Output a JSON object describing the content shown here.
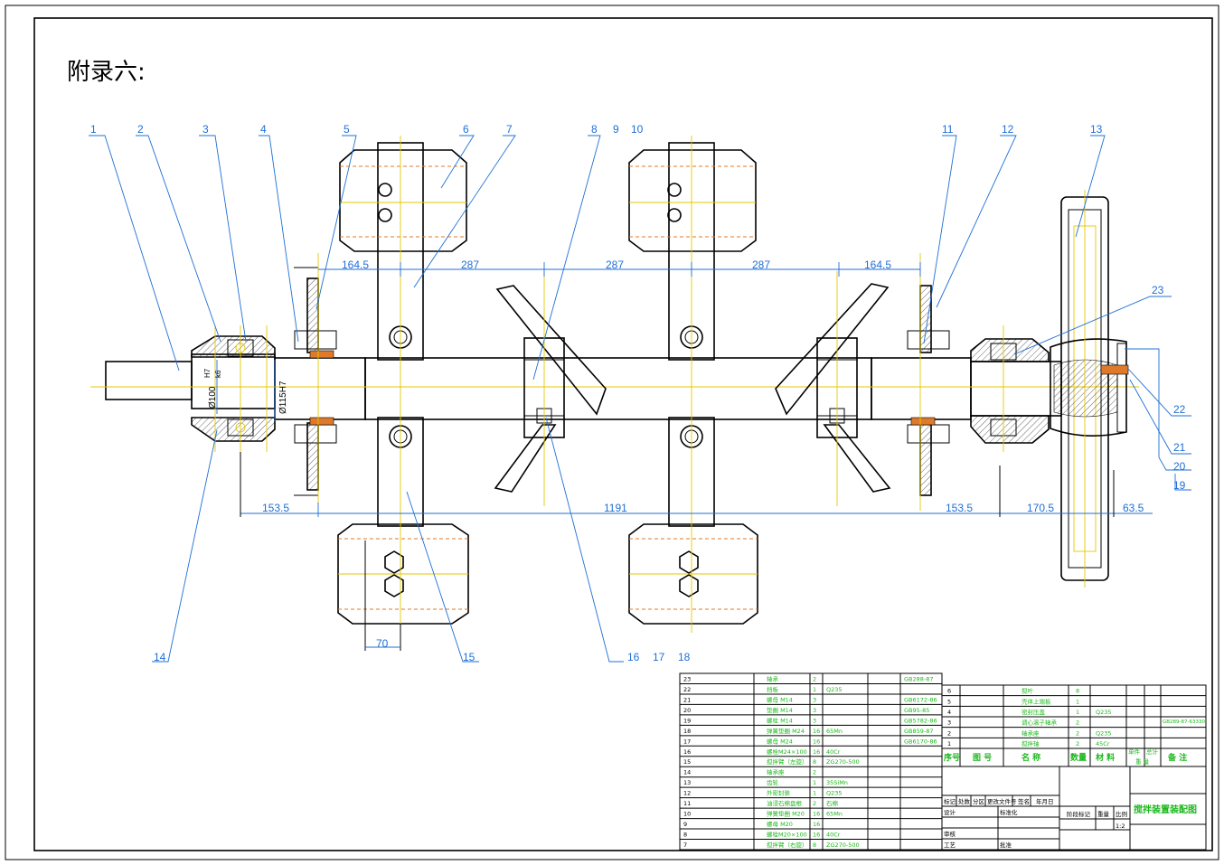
{
  "drawing": {
    "heading": "附录六:",
    "drawing_name": "搅拌装置装配图",
    "scale": "1:2",
    "part_code": "GB289-87-63330"
  },
  "part_numbers": [
    "1",
    "2",
    "3",
    "4",
    "5",
    "6",
    "7",
    "8",
    "9",
    "10",
    "11",
    "12",
    "13",
    "14",
    "15",
    "16",
    "17",
    "18",
    "19",
    "20",
    "21",
    "22",
    "23"
  ],
  "dimensions": {
    "d1": "164.5",
    "d2": "287",
    "d3": "287",
    "d4": "287",
    "d5": "164.5",
    "d6": "153.5",
    "d7": "1191",
    "d8": "153.5",
    "d9": "170.5",
    "d10": "63.5",
    "d11": "70",
    "fit1": "Ø100",
    "fit1_tol_up": "H7",
    "fit1_tol_dn": "k6",
    "fit2": "Ø115H7"
  },
  "bom_left": [
    {
      "no": "23",
      "name": "轴承",
      "qty": "2",
      "mat": "",
      "std": "GB288-87"
    },
    {
      "no": "22",
      "name": "挡板",
      "qty": "1",
      "mat": "Q235",
      "std": ""
    },
    {
      "no": "21",
      "name": "螺母 M14",
      "qty": "3",
      "mat": "",
      "std": "GB6172-86"
    },
    {
      "no": "20",
      "name": "垫圈 M14",
      "qty": "3",
      "mat": "",
      "std": "GB95-85"
    },
    {
      "no": "19",
      "name": "螺栓 M14",
      "qty": "3",
      "mat": "",
      "std": "GB5782-86"
    },
    {
      "no": "18",
      "name": "弹簧垫圈 M24",
      "qty": "16",
      "mat": "65Mn",
      "std": "GB859-87"
    },
    {
      "no": "17",
      "name": "螺母 M24",
      "qty": "16",
      "mat": "",
      "std": "GB6170-86"
    },
    {
      "no": "16",
      "name": "螺栓M24×100",
      "qty": "16",
      "mat": "40Cr",
      "std": ""
    },
    {
      "no": "15",
      "name": "搅拌臂（左旋）",
      "qty": "8",
      "mat": "ZG270-500",
      "std": ""
    },
    {
      "no": "14",
      "name": "轴承座",
      "qty": "2",
      "mat": "",
      "std": ""
    },
    {
      "no": "13",
      "name": "齿轮",
      "qty": "1",
      "mat": "35SiMn",
      "std": ""
    },
    {
      "no": "12",
      "name": "外密封装",
      "qty": "1",
      "mat": "Q235",
      "std": ""
    },
    {
      "no": "11",
      "name": "油浸石棉盘根",
      "qty": "2",
      "mat": "石棉",
      "std": ""
    },
    {
      "no": "10",
      "name": "弹簧垫圈 M20",
      "qty": "16",
      "mat": "65Mn",
      "std": ""
    },
    {
      "no": "9",
      "name": "螺母 M20",
      "qty": "16",
      "mat": "",
      "std": ""
    },
    {
      "no": "8",
      "name": "螺栓M20×100",
      "qty": "16",
      "mat": "40Cr",
      "std": ""
    },
    {
      "no": "7",
      "name": "搅拌臂（右旋）",
      "qty": "8",
      "mat": "ZG270-500",
      "std": ""
    }
  ],
  "bom_right": [
    {
      "no": "6",
      "name": "搅叶",
      "qty": "8",
      "mat": ""
    },
    {
      "no": "5",
      "name": "壳体上端板",
      "qty": "1",
      "mat": ""
    },
    {
      "no": "4",
      "name": "密封压盖",
      "qty": "1",
      "mat": "Q235"
    },
    {
      "no": "3",
      "name": "调心滚子轴承",
      "qty": "2",
      "mat": ""
    },
    {
      "no": "2",
      "name": "轴承座",
      "qty": "2",
      "mat": "Q235"
    },
    {
      "no": "1",
      "name": "搅拌轴",
      "qty": "2",
      "mat": "45Cr"
    }
  ],
  "bom_header": {
    "no": "序号",
    "code": "图 号",
    "name": "名 称",
    "qty": "数量",
    "mat": "材 料",
    "w1": "单件",
    "w2": "总计",
    "w3": "重 量",
    "remark": "备 注"
  },
  "title_block": {
    "c1": "标记",
    "c2": "处数",
    "c3": "分区",
    "c4": "更改文件号",
    "c5": "签名",
    "c6": "年月日",
    "design": "设计",
    "std": "标准化",
    "check": "审核",
    "craft": "工艺",
    "approve": "批准",
    "stage": "阶段标记",
    "weight": "重量",
    "ratio": "比例"
  }
}
